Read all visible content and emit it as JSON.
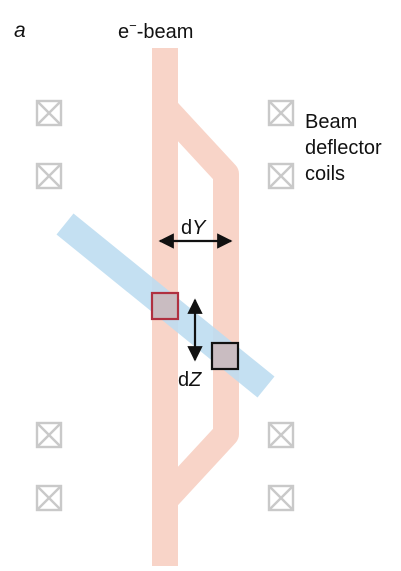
{
  "panel_label": "a",
  "beam": {
    "label_prefix": "e",
    "label_superscript": "−",
    "label_suffix": "-beam",
    "color": "#f8d4c8"
  },
  "laser": {
    "color": "#bcdcf0"
  },
  "coils": {
    "label_lines": [
      "Beam",
      "deflector",
      "coils"
    ],
    "color": "#c9c9c9"
  },
  "dY": {
    "prefix": "d",
    "var": "Y"
  },
  "dZ": {
    "prefix": "d",
    "var": "Z"
  },
  "markers": {
    "left_color": "#b03040",
    "right_color": "#111111",
    "fill": "#c9bcc1"
  }
}
